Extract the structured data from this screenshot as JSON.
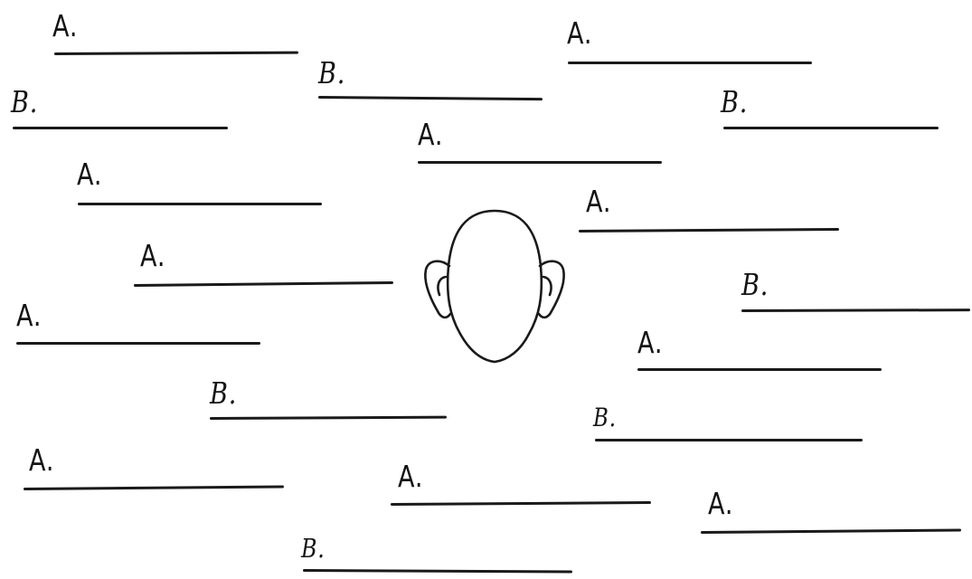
{
  "worksheet": {
    "blanks": [
      {
        "letter": "A."
      },
      {
        "letter": "B."
      },
      {
        "letter": "A."
      },
      {
        "letter": "B."
      },
      {
        "letter": "A."
      },
      {
        "letter": "B."
      },
      {
        "letter": "A."
      },
      {
        "letter": "A."
      },
      {
        "letter": "A."
      },
      {
        "letter": "B."
      },
      {
        "letter": "A."
      },
      {
        "letter": "A."
      },
      {
        "letter": "B."
      },
      {
        "letter": "B."
      },
      {
        "letter": "A."
      },
      {
        "letter": "A."
      },
      {
        "letter": "A."
      },
      {
        "letter": "B."
      }
    ],
    "head_icon": "head-outline-icon",
    "ink_color": "#1a1a1a",
    "paper_color": "#ffffff"
  }
}
